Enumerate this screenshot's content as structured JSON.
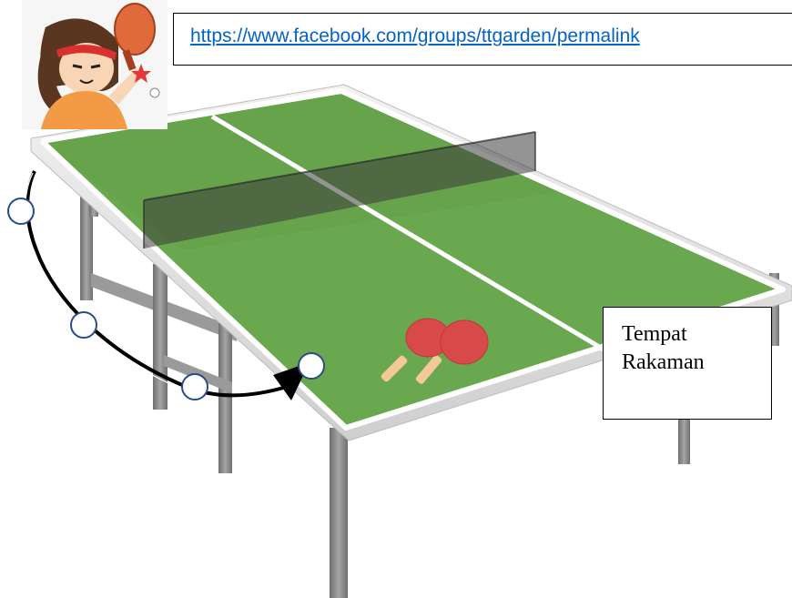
{
  "link": {
    "text": "https://www.facebook.com/groups/ttgarden/permalink",
    "color": "#0563c1"
  },
  "label": {
    "line1": "Tempat",
    "line2": "Rakaman"
  },
  "colors": {
    "table_surface": "#6aa84f",
    "table_frame": "#e9e9e9",
    "net": "#555555",
    "legs": "#8a8a8a",
    "ball_outline": "#2b4a8c",
    "paddle": "#d84a4a"
  },
  "icons": {
    "player": "table-tennis-player-cartoon",
    "paddles": "ping-pong-paddles",
    "trajectory": "ball-trajectory-arrow"
  }
}
